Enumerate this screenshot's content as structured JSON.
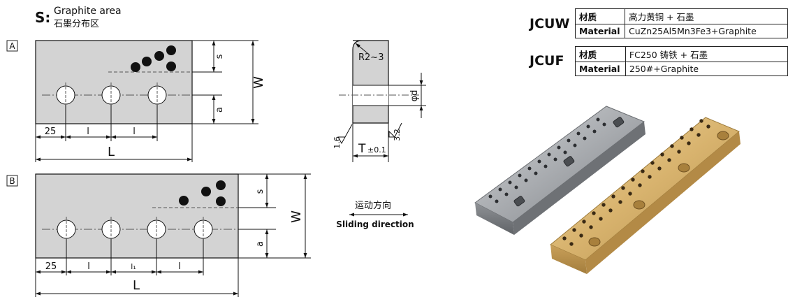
{
  "legend": {
    "symbol": "S:",
    "en": "Graphite area",
    "zh": "石墨分布区"
  },
  "view_a": {
    "tag": "A",
    "s": "s",
    "a": "a",
    "w": "W",
    "d25": "25",
    "l1": "l",
    "l2": "l",
    "L": "L"
  },
  "view_b": {
    "tag": "B",
    "s": "s",
    "a": "a",
    "w": "W",
    "d25": "25",
    "l1": "l",
    "l1b": "l₁",
    "l2": "l",
    "L": "L"
  },
  "section": {
    "radius": "R2~3",
    "dia": "φd",
    "thick": "T",
    "tol": "±0.1",
    "rough1": "1.6",
    "rough2": "3.2"
  },
  "direction": {
    "zh": "运动方向",
    "en": "Sliding direction"
  },
  "materials": [
    {
      "code": "JCUW",
      "rows": [
        {
          "k": "材质",
          "v": "高力黄铜 + 石墨"
        },
        {
          "k": "Material",
          "v": "CuZn25Al5Mn3Fe3+Graphite"
        }
      ]
    },
    {
      "code": "JCUF",
      "rows": [
        {
          "k": "材质",
          "v": "FC250 铸铁 + 石墨"
        },
        {
          "k": "Material",
          "v": "250#+Graphite"
        }
      ]
    }
  ]
}
